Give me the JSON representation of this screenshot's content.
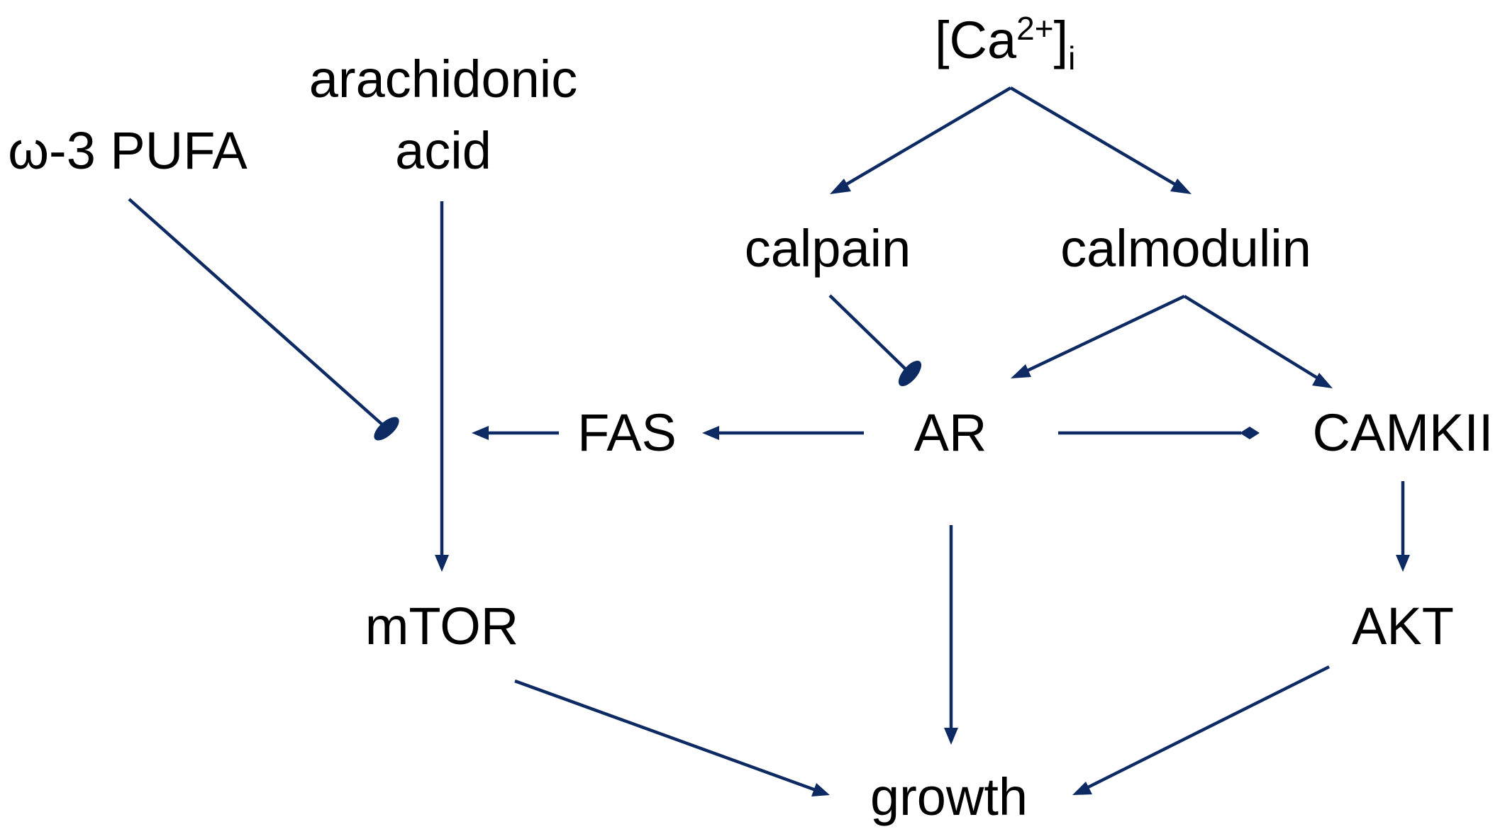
{
  "diagram": {
    "edge_color": "#0d2a63",
    "nodes": {
      "ca": {
        "text": "[Ca",
        "sup": "2+",
        "close": "]",
        "sub": "i"
      },
      "calpain": "calpain",
      "calmodulin": "calmodulin",
      "arachidonic_line1": "arachidonic",
      "arachidonic_line2": "acid",
      "omega3": "ω-3 PUFA",
      "fas": "FAS",
      "ar": "AR",
      "camkii": "CAMKII",
      "mtor": "mTOR",
      "akt": "AKT",
      "growth": "growth"
    },
    "edges": [
      {
        "from": "[Ca2+]i",
        "to": "calpain",
        "type": "activation"
      },
      {
        "from": "[Ca2+]i",
        "to": "calmodulin",
        "type": "activation"
      },
      {
        "from": "calpain",
        "to": "AR",
        "type": "inhibition"
      },
      {
        "from": "calmodulin",
        "to": "AR",
        "type": "activation"
      },
      {
        "from": "calmodulin",
        "to": "CAMKII",
        "type": "activation"
      },
      {
        "from": "AR",
        "to": "FAS",
        "type": "activation"
      },
      {
        "from": "FAS",
        "to": "mTOR",
        "type": "activation"
      },
      {
        "from": "AR",
        "to": "CAMKII",
        "type": "diamond"
      },
      {
        "from": "CAMKII",
        "to": "AKT",
        "type": "activation"
      },
      {
        "from": "arachidonic acid",
        "to": "mTOR",
        "type": "activation"
      },
      {
        "from": "ω-3 PUFA",
        "to": "mTOR",
        "type": "inhibition"
      },
      {
        "from": "AR",
        "to": "growth",
        "type": "activation"
      },
      {
        "from": "mTOR",
        "to": "growth",
        "type": "activation"
      },
      {
        "from": "AKT",
        "to": "growth",
        "type": "activation"
      }
    ]
  }
}
